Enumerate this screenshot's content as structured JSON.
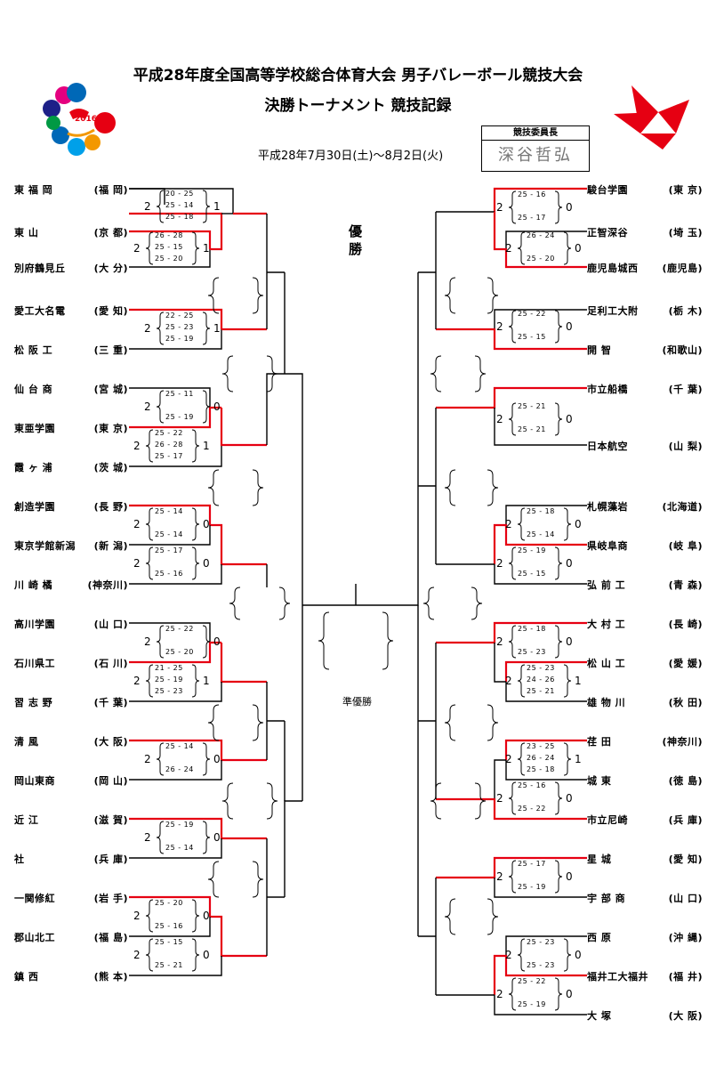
{
  "header": {
    "title1": "平成28年度全国高等学校総合体育大会 男子バレーボール競技大会",
    "title2": "決勝トーナメント 競技記録",
    "date": "平成28年7月30日(土)～8月2日(火)",
    "chair_label": "競技委員長",
    "chair_signature": "深谷哲弘",
    "logo_text": "2016"
  },
  "final": {
    "winner": "優\n勝",
    "runner_up": "準優勝"
  },
  "colors": {
    "winner_line": "#e60012",
    "line": "#000000",
    "origami": "#e60012"
  },
  "left_teams": [
    {
      "name": "東 福 岡",
      "pref": "(福 岡)"
    },
    {
      "name": "東 山",
      "pref": "(京 都)"
    },
    {
      "name": "別府鶴見丘",
      "pref": "(大 分)"
    },
    {
      "name": "愛工大名電",
      "pref": "(愛 知)"
    },
    {
      "name": "松 阪 工",
      "pref": "(三 重)"
    },
    {
      "name": "仙 台 商",
      "pref": "(宮 城)"
    },
    {
      "name": "東亜学園",
      "pref": "(東 京)"
    },
    {
      "name": "霞 ヶ 浦",
      "pref": "(茨 城)"
    },
    {
      "name": "創造学園",
      "pref": "(長 野)"
    },
    {
      "name": "東京学館新潟",
      "pref": "(新 潟)"
    },
    {
      "name": "川 崎 橘",
      "pref": "(神奈川)"
    },
    {
      "name": "高川学園",
      "pref": "(山 口)"
    },
    {
      "name": "石川県工",
      "pref": "(石 川)"
    },
    {
      "name": "習 志 野",
      "pref": "(千 葉)"
    },
    {
      "name": "清 風",
      "pref": "(大 阪)"
    },
    {
      "name": "岡山東商",
      "pref": "(岡 山)"
    },
    {
      "name": "近 江",
      "pref": "(滋 賀)"
    },
    {
      "name": "社",
      "pref": "(兵 庫)"
    },
    {
      "name": "一関修紅",
      "pref": "(岩 手)"
    },
    {
      "name": "郡山北工",
      "pref": "(福 島)"
    },
    {
      "name": "鎮 西",
      "pref": "(熊 本)"
    }
  ],
  "right_teams": [
    {
      "name": "駿台学園",
      "pref": "(東 京)"
    },
    {
      "name": "正智深谷",
      "pref": "(埼 玉)"
    },
    {
      "name": "鹿児島城西",
      "pref": "(鹿児島)"
    },
    {
      "name": "足利工大附",
      "pref": "(栃 木)"
    },
    {
      "name": "開 智",
      "pref": "(和歌山)"
    },
    {
      "name": "市立船橋",
      "pref": "(千 葉)"
    },
    {
      "name": "日本航空",
      "pref": "(山 梨)"
    },
    {
      "name": "札幌藻岩",
      "pref": "(北海道)"
    },
    {
      "name": "県岐阜商",
      "pref": "(岐 阜)"
    },
    {
      "name": "弘 前 工",
      "pref": "(青 森)"
    },
    {
      "name": "大 村 工",
      "pref": "(長 崎)"
    },
    {
      "name": "松 山 工",
      "pref": "(愛 媛)"
    },
    {
      "name": "雄 物 川",
      "pref": "(秋 田)"
    },
    {
      "name": "荏 田",
      "pref": "(神奈川)"
    },
    {
      "name": "城 東",
      "pref": "(徳 島)"
    },
    {
      "name": "市立尼崎",
      "pref": "(兵 庫)"
    },
    {
      "name": "星 城",
      "pref": "(愛 知)"
    },
    {
      "name": "宇 部 商",
      "pref": "(山 口)"
    },
    {
      "name": "西 原",
      "pref": "(沖 縄)"
    },
    {
      "name": "福井工大福井",
      "pref": "(福 井)"
    },
    {
      "name": "大 塚",
      "pref": "(大 阪)"
    }
  ],
  "matches": [
    {
      "w": "2",
      "sets": [
        "20 - 25",
        "25 - 14",
        "25 - 18"
      ],
      "l": "1"
    },
    {
      "w": "2",
      "sets": [
        "26 - 28",
        "25 - 15",
        "25 - 20"
      ],
      "l": "1"
    },
    {
      "w": "2",
      "sets": [
        "22 - 25",
        "25 - 23",
        "25 - 19"
      ],
      "l": "1"
    },
    {
      "w": "2",
      "sets": [
        "25 - 11",
        "25 - 19"
      ],
      "l": "0"
    },
    {
      "w": "2",
      "sets": [
        "25 - 22",
        "26 - 28",
        "25 - 17"
      ],
      "l": "1"
    },
    {
      "w": "2",
      "sets": [
        "25 - 14",
        "25 - 14"
      ],
      "l": "0"
    },
    {
      "w": "2",
      "sets": [
        "25 - 17",
        "25 - 16"
      ],
      "l": "0"
    },
    {
      "w": "2",
      "sets": [
        "25 - 22",
        "25 - 20"
      ],
      "l": "0"
    },
    {
      "w": "2",
      "sets": [
        "21 - 25",
        "25 - 19",
        "25 - 23"
      ],
      "l": "1"
    },
    {
      "w": "2",
      "sets": [
        "25 - 14",
        "26 - 24"
      ],
      "l": "0"
    },
    {
      "w": "2",
      "sets": [
        "25 - 19",
        "25 - 14"
      ],
      "l": "0"
    },
    {
      "w": "2",
      "sets": [
        "25 - 20",
        "25 - 16"
      ],
      "l": "0"
    },
    {
      "w": "2",
      "sets": [
        "25 - 15",
        "25 - 21"
      ],
      "l": "0"
    },
    {
      "w": "2",
      "sets": [
        "25 - 16",
        "25 - 17"
      ],
      "l": "0"
    },
    {
      "w": "2",
      "sets": [
        "26 - 24",
        "25 - 20"
      ],
      "l": "0"
    },
    {
      "w": "2",
      "sets": [
        "25 - 22",
        "25 - 15"
      ],
      "l": "0"
    },
    {
      "w": "2",
      "sets": [
        "25 - 21",
        "25 - 21"
      ],
      "l": "0"
    },
    {
      "w": "2",
      "sets": [
        "25 - 18",
        "25 - 14"
      ],
      "l": "0"
    },
    {
      "w": "2",
      "sets": [
        "25 - 19",
        "25 - 15"
      ],
      "l": "0"
    },
    {
      "w": "2",
      "sets": [
        "25 - 18",
        "25 - 23"
      ],
      "l": "0"
    },
    {
      "w": "2",
      "sets": [
        "25 - 23",
        "24 - 26",
        "25 - 21"
      ],
      "l": "1"
    },
    {
      "w": "2",
      "sets": [
        "23 - 25",
        "26 - 24",
        "25 - 18"
      ],
      "l": "1"
    },
    {
      "w": "2",
      "sets": [
        "25 - 16",
        "25 - 22"
      ],
      "l": "0"
    },
    {
      "w": "2",
      "sets": [
        "25 - 17",
        "25 - 19"
      ],
      "l": "0"
    },
    {
      "w": "2",
      "sets": [
        "25 - 23",
        "25 - 23"
      ],
      "l": "0"
    },
    {
      "w": "2",
      "sets": [
        "25 - 22",
        "25 - 19"
      ],
      "l": "0"
    }
  ]
}
